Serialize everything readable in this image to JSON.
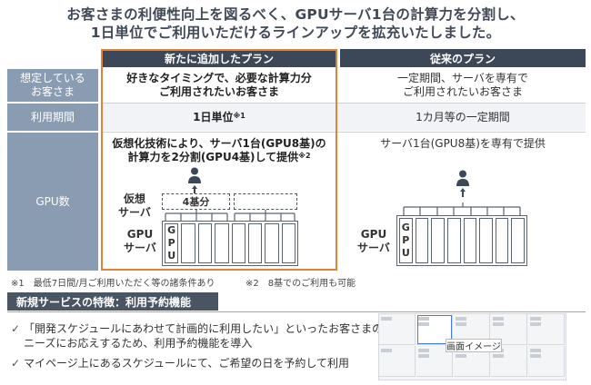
{
  "headline": {
    "line1": "お客さまの利便性向上を図るべく、GPUサーバ1台の計算力を分割し、",
    "line2": "1日単位でご利用いただけるラインアップを拡充いたしました。"
  },
  "table": {
    "col_new": "新たに追加したプラン",
    "col_old": "従来のプラン",
    "rows": {
      "target": {
        "label_l1": "想定している",
        "label_l2": "お客さま",
        "new_l1": "好きなタイミングで、必要な計算力分",
        "new_l2": "ご利用されたいお客さま",
        "old_l1": "一定期間、サーバを専有で",
        "old_l2": "ご利用されたいお客さま"
      },
      "period": {
        "label": "利用期間",
        "new": "1日単位",
        "new_sup": "※1",
        "old": "1カ月等の一定期間"
      },
      "gpu": {
        "label": "GPU数",
        "new_l1": "仮想化技術により、サーバ1台(GPU8基)の",
        "new_l2": "計算力を2分割(GPU4基)して提供",
        "new_sup": "※2",
        "old": "サーバ1台(GPU8基)を専有で提供",
        "virtual_l1": "仮想",
        "virtual_l2": "サーバ",
        "gpu_server_l1": "GPU",
        "gpu_server_l2": "サーバ",
        "four_units": "4基分",
        "slot_label": [
          "G",
          "P",
          "U"
        ]
      }
    }
  },
  "footnotes": {
    "n1": "※1　最低7日間/月ご利用いただく等の諸条件あり",
    "n2": "※2　8基でのご利用も可能"
  },
  "feature": {
    "title": "新規サービスの特徴：利用予約機能",
    "bullet_mark": "✓",
    "b1_l1": "「開発スケジュールにあわせて計画的に利用したい」といったお客さまの",
    "b1_l2": "ニーズにお応えするため、利用予約機能を導入",
    "b2": "マイページ上にあるスケジュールにて、ご希望の日を予約して利用",
    "image_label": "画面イメージ"
  },
  "colors": {
    "header_dark": "#3c4858",
    "side_label": "#8a9cb2",
    "highlight_border": "#e2813a"
  }
}
